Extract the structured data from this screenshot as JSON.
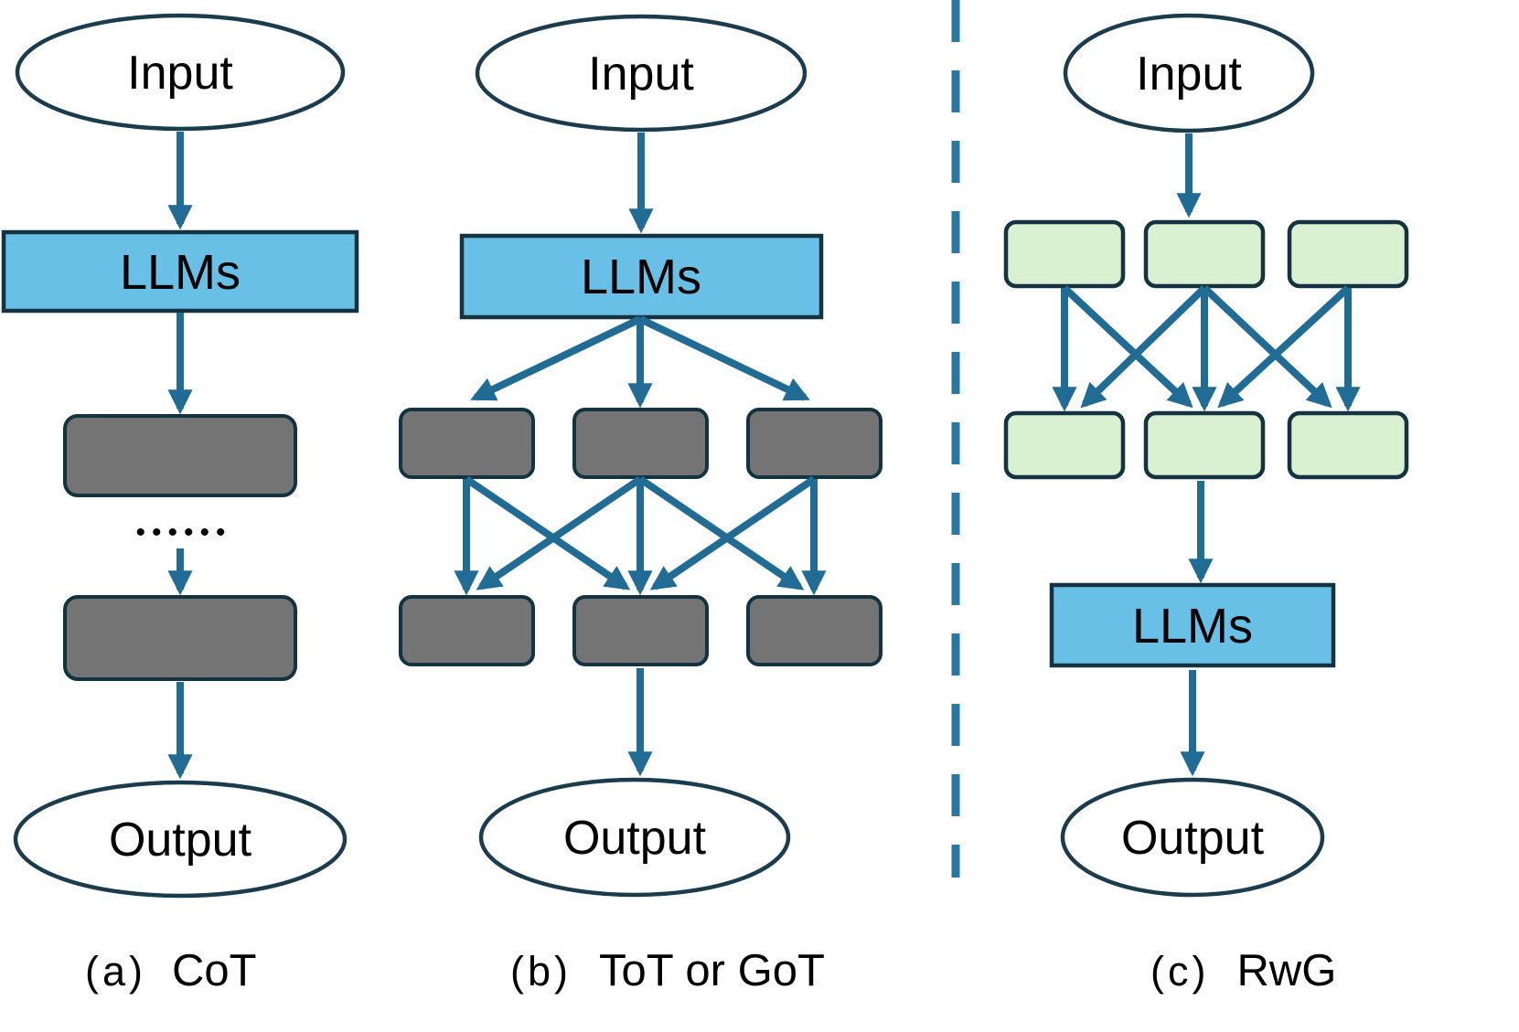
{
  "figure": {
    "type": "diagram",
    "panels": [
      {
        "caption_prefix": "(a)",
        "caption_name": "CoT",
        "nodes": {
          "input": "Input",
          "llm": "LLMs",
          "output": "Output"
        },
        "ellipsis": "••••••"
      },
      {
        "caption_prefix": "(b)",
        "caption_name": "ToT or GoT",
        "nodes": {
          "input": "Input",
          "llm": "LLMs",
          "output": "Output"
        }
      },
      {
        "caption_prefix": "(c)",
        "caption_name": "RwG",
        "nodes": {
          "input": "Input",
          "llm": "LLMs",
          "output": "Output"
        }
      }
    ]
  },
  "colors": {
    "llm_fill": "#69C0E6",
    "gray_step_fill": "#747474",
    "green_step_fill": "#D9F0D1",
    "node_border": "#143340",
    "ellipse_border": "#1B3C4C",
    "arrow": "#216C94",
    "divider": "#2878A2",
    "text": "#000000",
    "background": "#FFFFFF"
  }
}
